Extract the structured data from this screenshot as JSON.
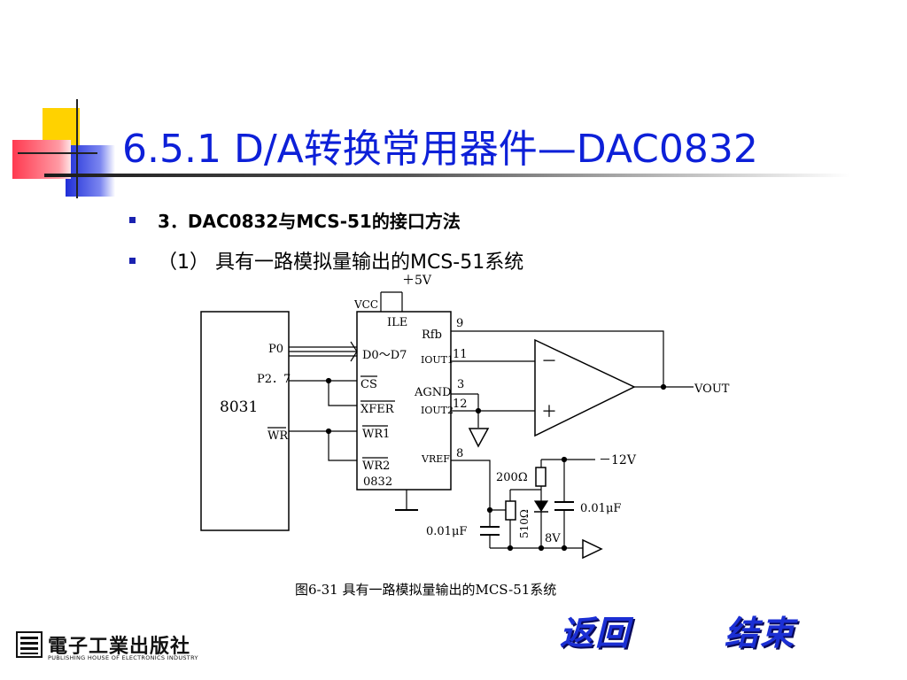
{
  "slide": {
    "title": "6.5.1  D/A转换常用器件—DAC0832",
    "bullets": [
      "3．DAC0832与MCS-51的接口方法",
      "（1）  具有一路模拟量输出的MCS-51系统"
    ],
    "caption": "图6-31 具有一路模拟量输出的MCS-51系统",
    "nav": {
      "back": "返回",
      "end": "结束"
    },
    "publisher": {
      "name_cn": "電子工業出版社",
      "name_en": "PUBLISHING HOUSE OF ELECTRONICS INDUSTRY"
    }
  },
  "circuit": {
    "mcu_label": "8031",
    "mcu_pins": [
      "P0",
      "P2．7",
      "WR"
    ],
    "dac_label": "0832",
    "dac_left_pins": [
      "D0～D7",
      "CS",
      "XFER",
      "WR1",
      "WR2"
    ],
    "dac_right_pins": [
      "Rfb",
      "IOUT1",
      "AGND",
      "IOUT2",
      "VREF"
    ],
    "dac_top_pins": [
      "VCC",
      "ILE"
    ],
    "pin_numbers": [
      "9",
      "11",
      "3",
      "12",
      "8"
    ],
    "supply": "＋5V",
    "neg_supply": "－12V",
    "output": "VOUT",
    "resistors": [
      "200Ω",
      "510Ω"
    ],
    "capacitors": [
      "0.01μF",
      "0.01μF"
    ],
    "zener": "8V",
    "opamp_minus": "－",
    "opamp_plus": "＋"
  },
  "colors": {
    "title": "#0d20d8",
    "bullet": "#1a22b0",
    "nav": "#1b2fd4",
    "deco_yellow": "#ffd200",
    "deco_red": "#ff4a5a",
    "deco_blue": "#2f3fe0"
  }
}
